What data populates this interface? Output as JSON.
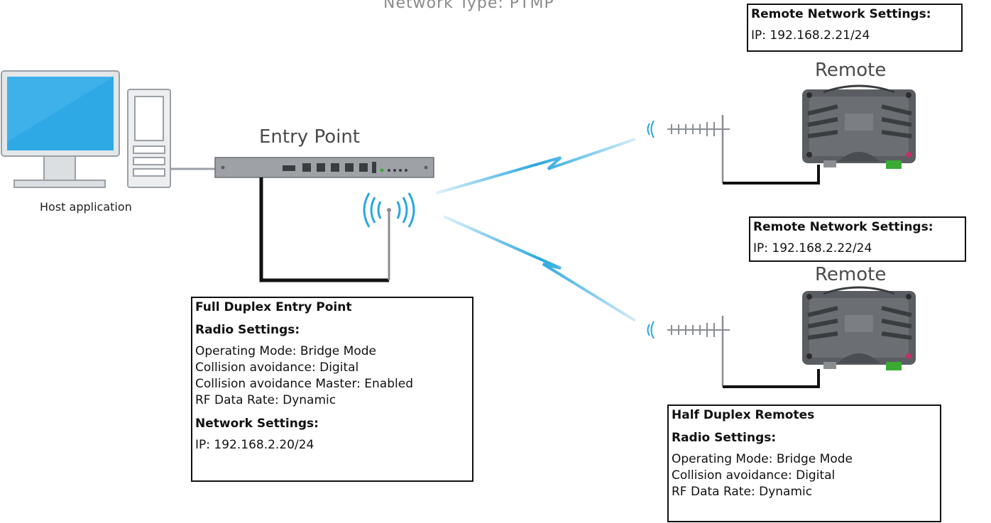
{
  "diagram": {
    "title": "Network Type: PTMP",
    "host_label": "Host application",
    "entry_point_label": "Entry Point",
    "remote_labels": [
      "Remote",
      "Remote"
    ]
  },
  "entry_box": {
    "heading": "Full Duplex Entry Point",
    "radio_heading": "Radio Settings:",
    "lines": [
      "Operating Mode: Bridge Mode",
      "Collision avoidance: Digital",
      "Collision avoidance Master: Enabled",
      "RF Data Rate: Dynamic"
    ],
    "network_heading": "Network Settings:",
    "ip": "IP: 192.168.2.20/24"
  },
  "remote_boxes": [
    {
      "heading": "Remote Network Settings:",
      "ip": "IP: 192.168.2.21/24"
    },
    {
      "heading": "Remote Network Settings:",
      "ip": "IP: 192.168.2.22/24"
    }
  ],
  "remotes_box": {
    "heading": "Half Duplex Remotes",
    "radio_heading": "Radio Settings:",
    "lines": [
      "Operating Mode: Bridge Mode",
      "Collision avoidance: Digital",
      "RF Data Rate: Dynamic"
    ]
  },
  "colors": {
    "radio_signal": "#29a7e0",
    "device_body": "#5a5e63",
    "monitor_screen": "#2fa9e6",
    "brand_green": "#3aaa35"
  },
  "icons": [
    "computer-icon",
    "switch-icon",
    "antenna-icon",
    "yagi-antenna-icon",
    "radio-device-icon",
    "lightning-link-icon"
  ]
}
